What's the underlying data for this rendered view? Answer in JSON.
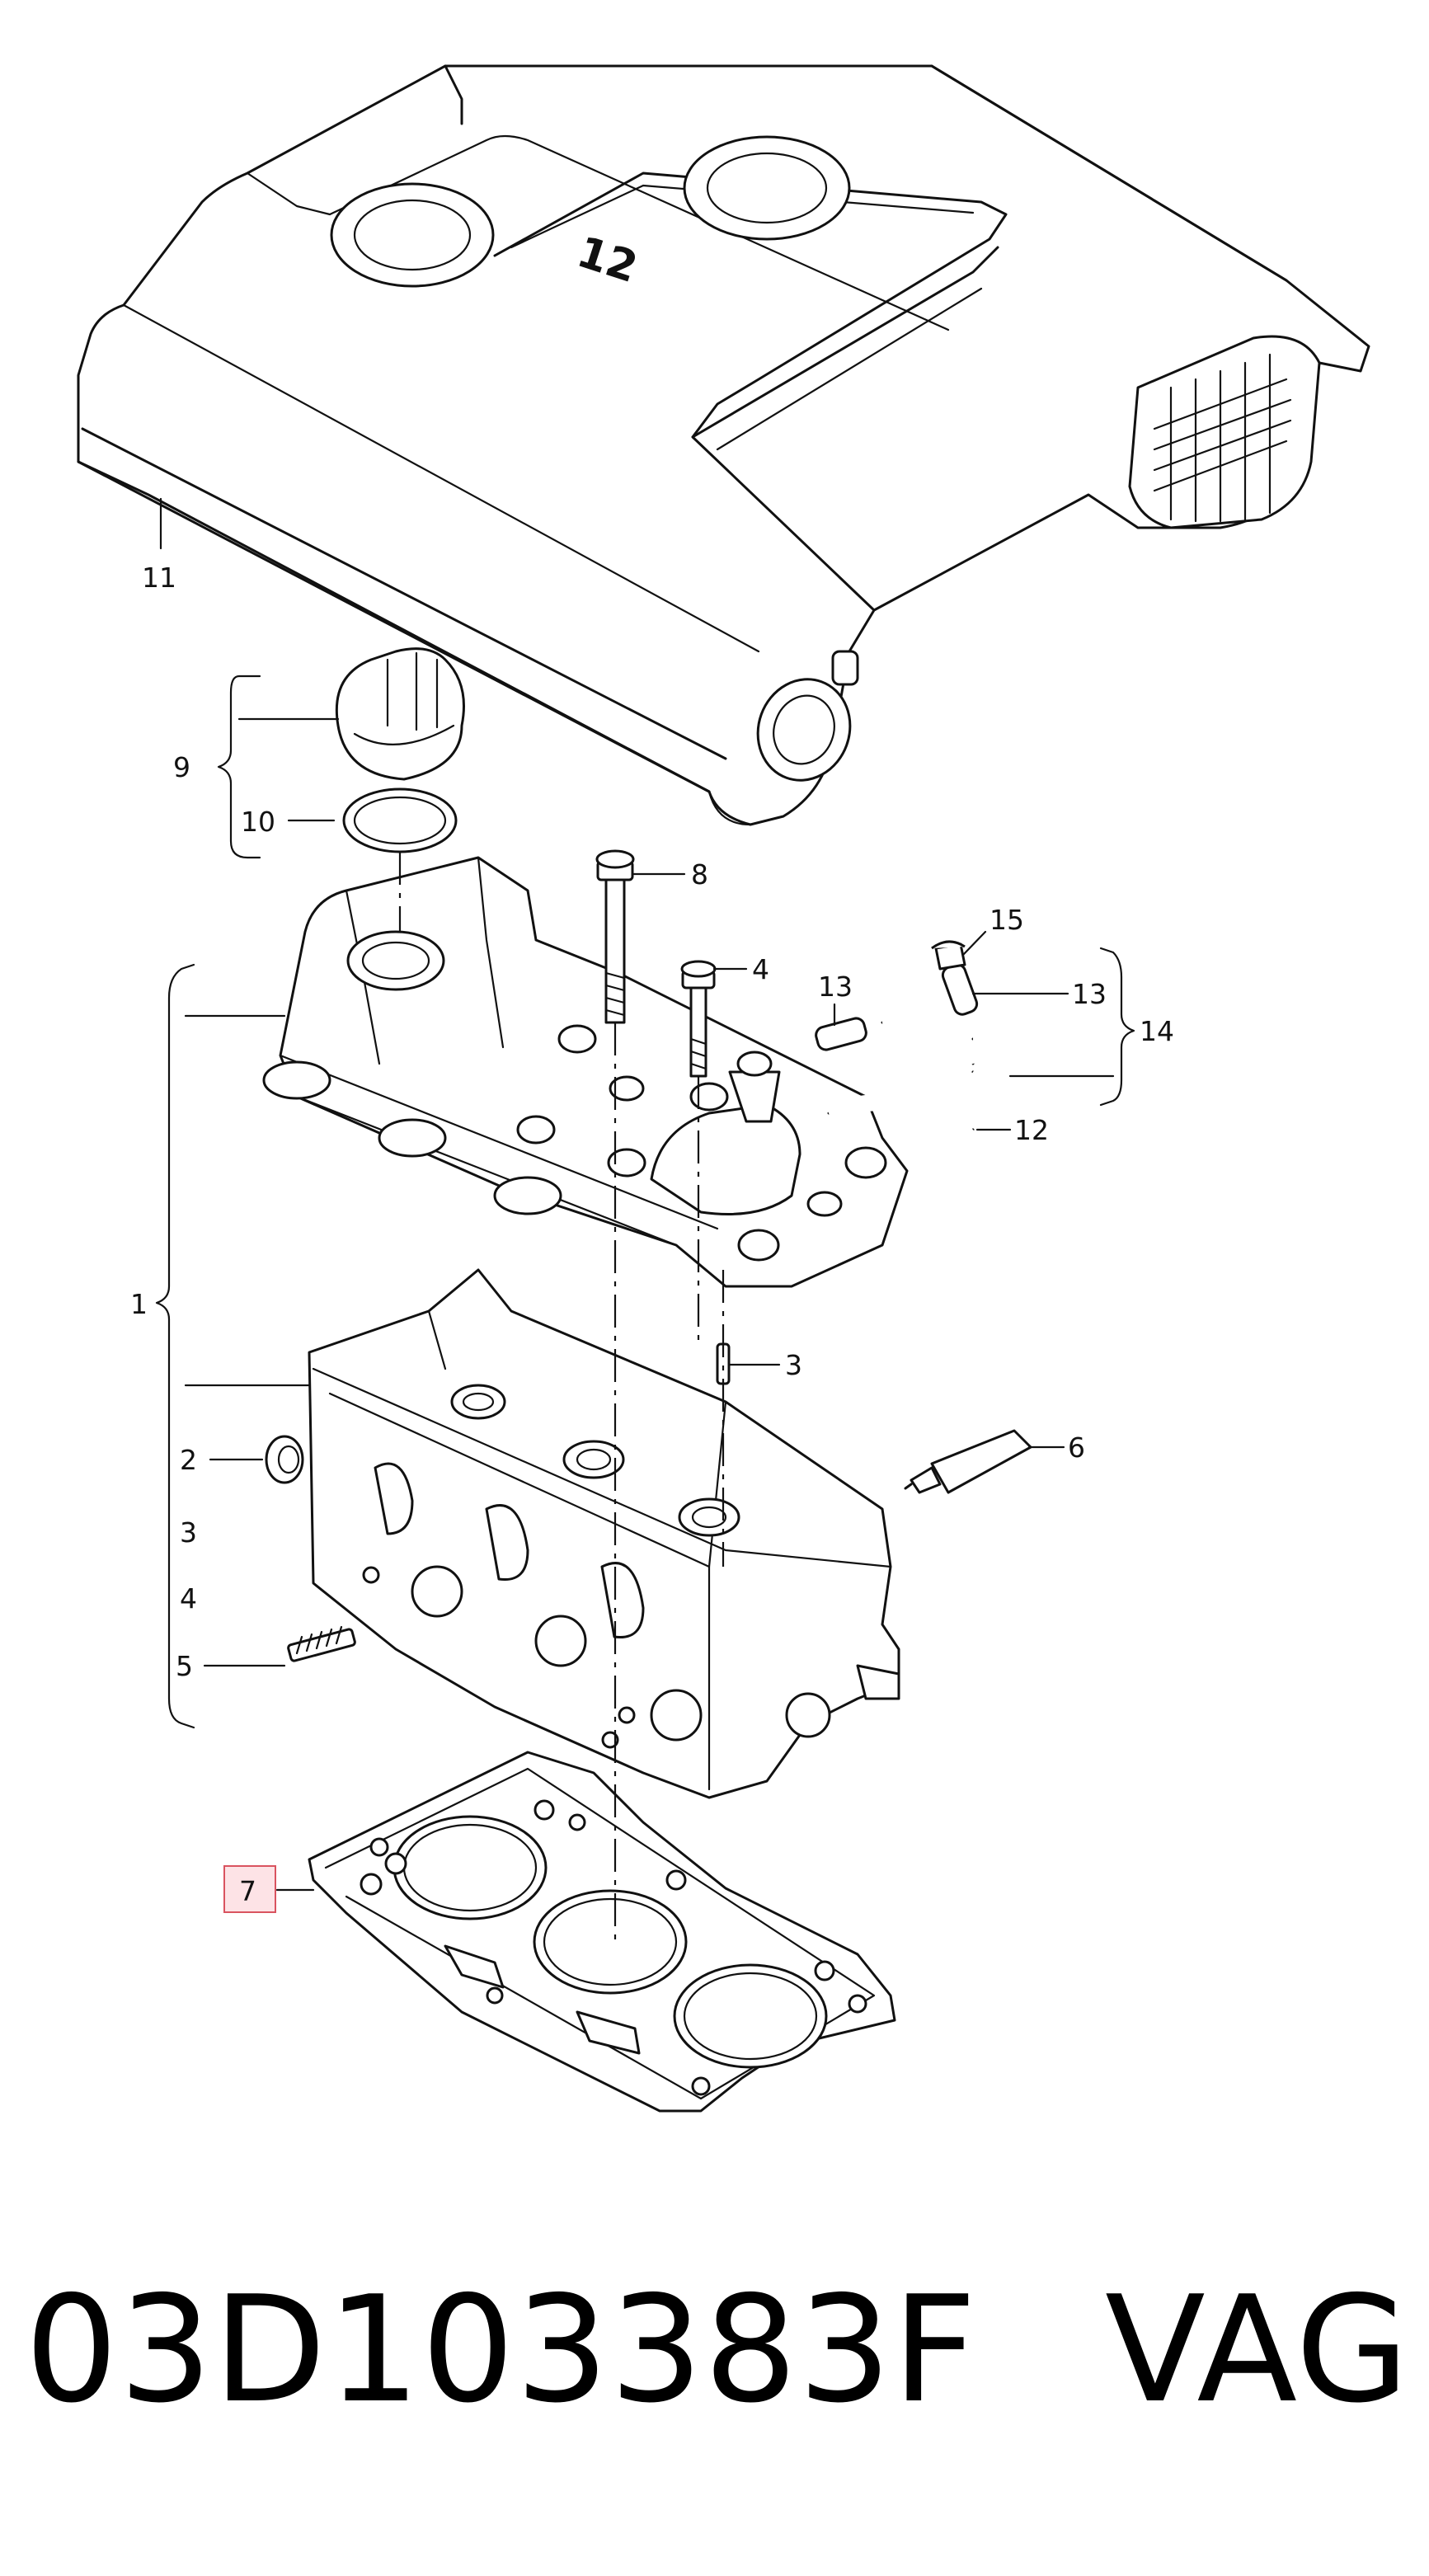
{
  "diagram": {
    "highlighted_callout": "7",
    "callouts": {
      "c1": "1",
      "c2": "2",
      "c3a": "3",
      "c3b": "3",
      "c4a": "4",
      "c4b": "4",
      "c5": "5",
      "c6": "6",
      "c7": "7",
      "c8": "8",
      "c9": "9",
      "c10": "10",
      "c11": "11",
      "c12": "12",
      "c13a": "13",
      "c13b": "13",
      "c14": "14",
      "c15": "15"
    },
    "cover_badge": "12",
    "highlight_color": "#fde3e6",
    "highlight_border": "#d9535f"
  },
  "caption": {
    "part_number": "03D103383F",
    "brand": "VAG"
  }
}
